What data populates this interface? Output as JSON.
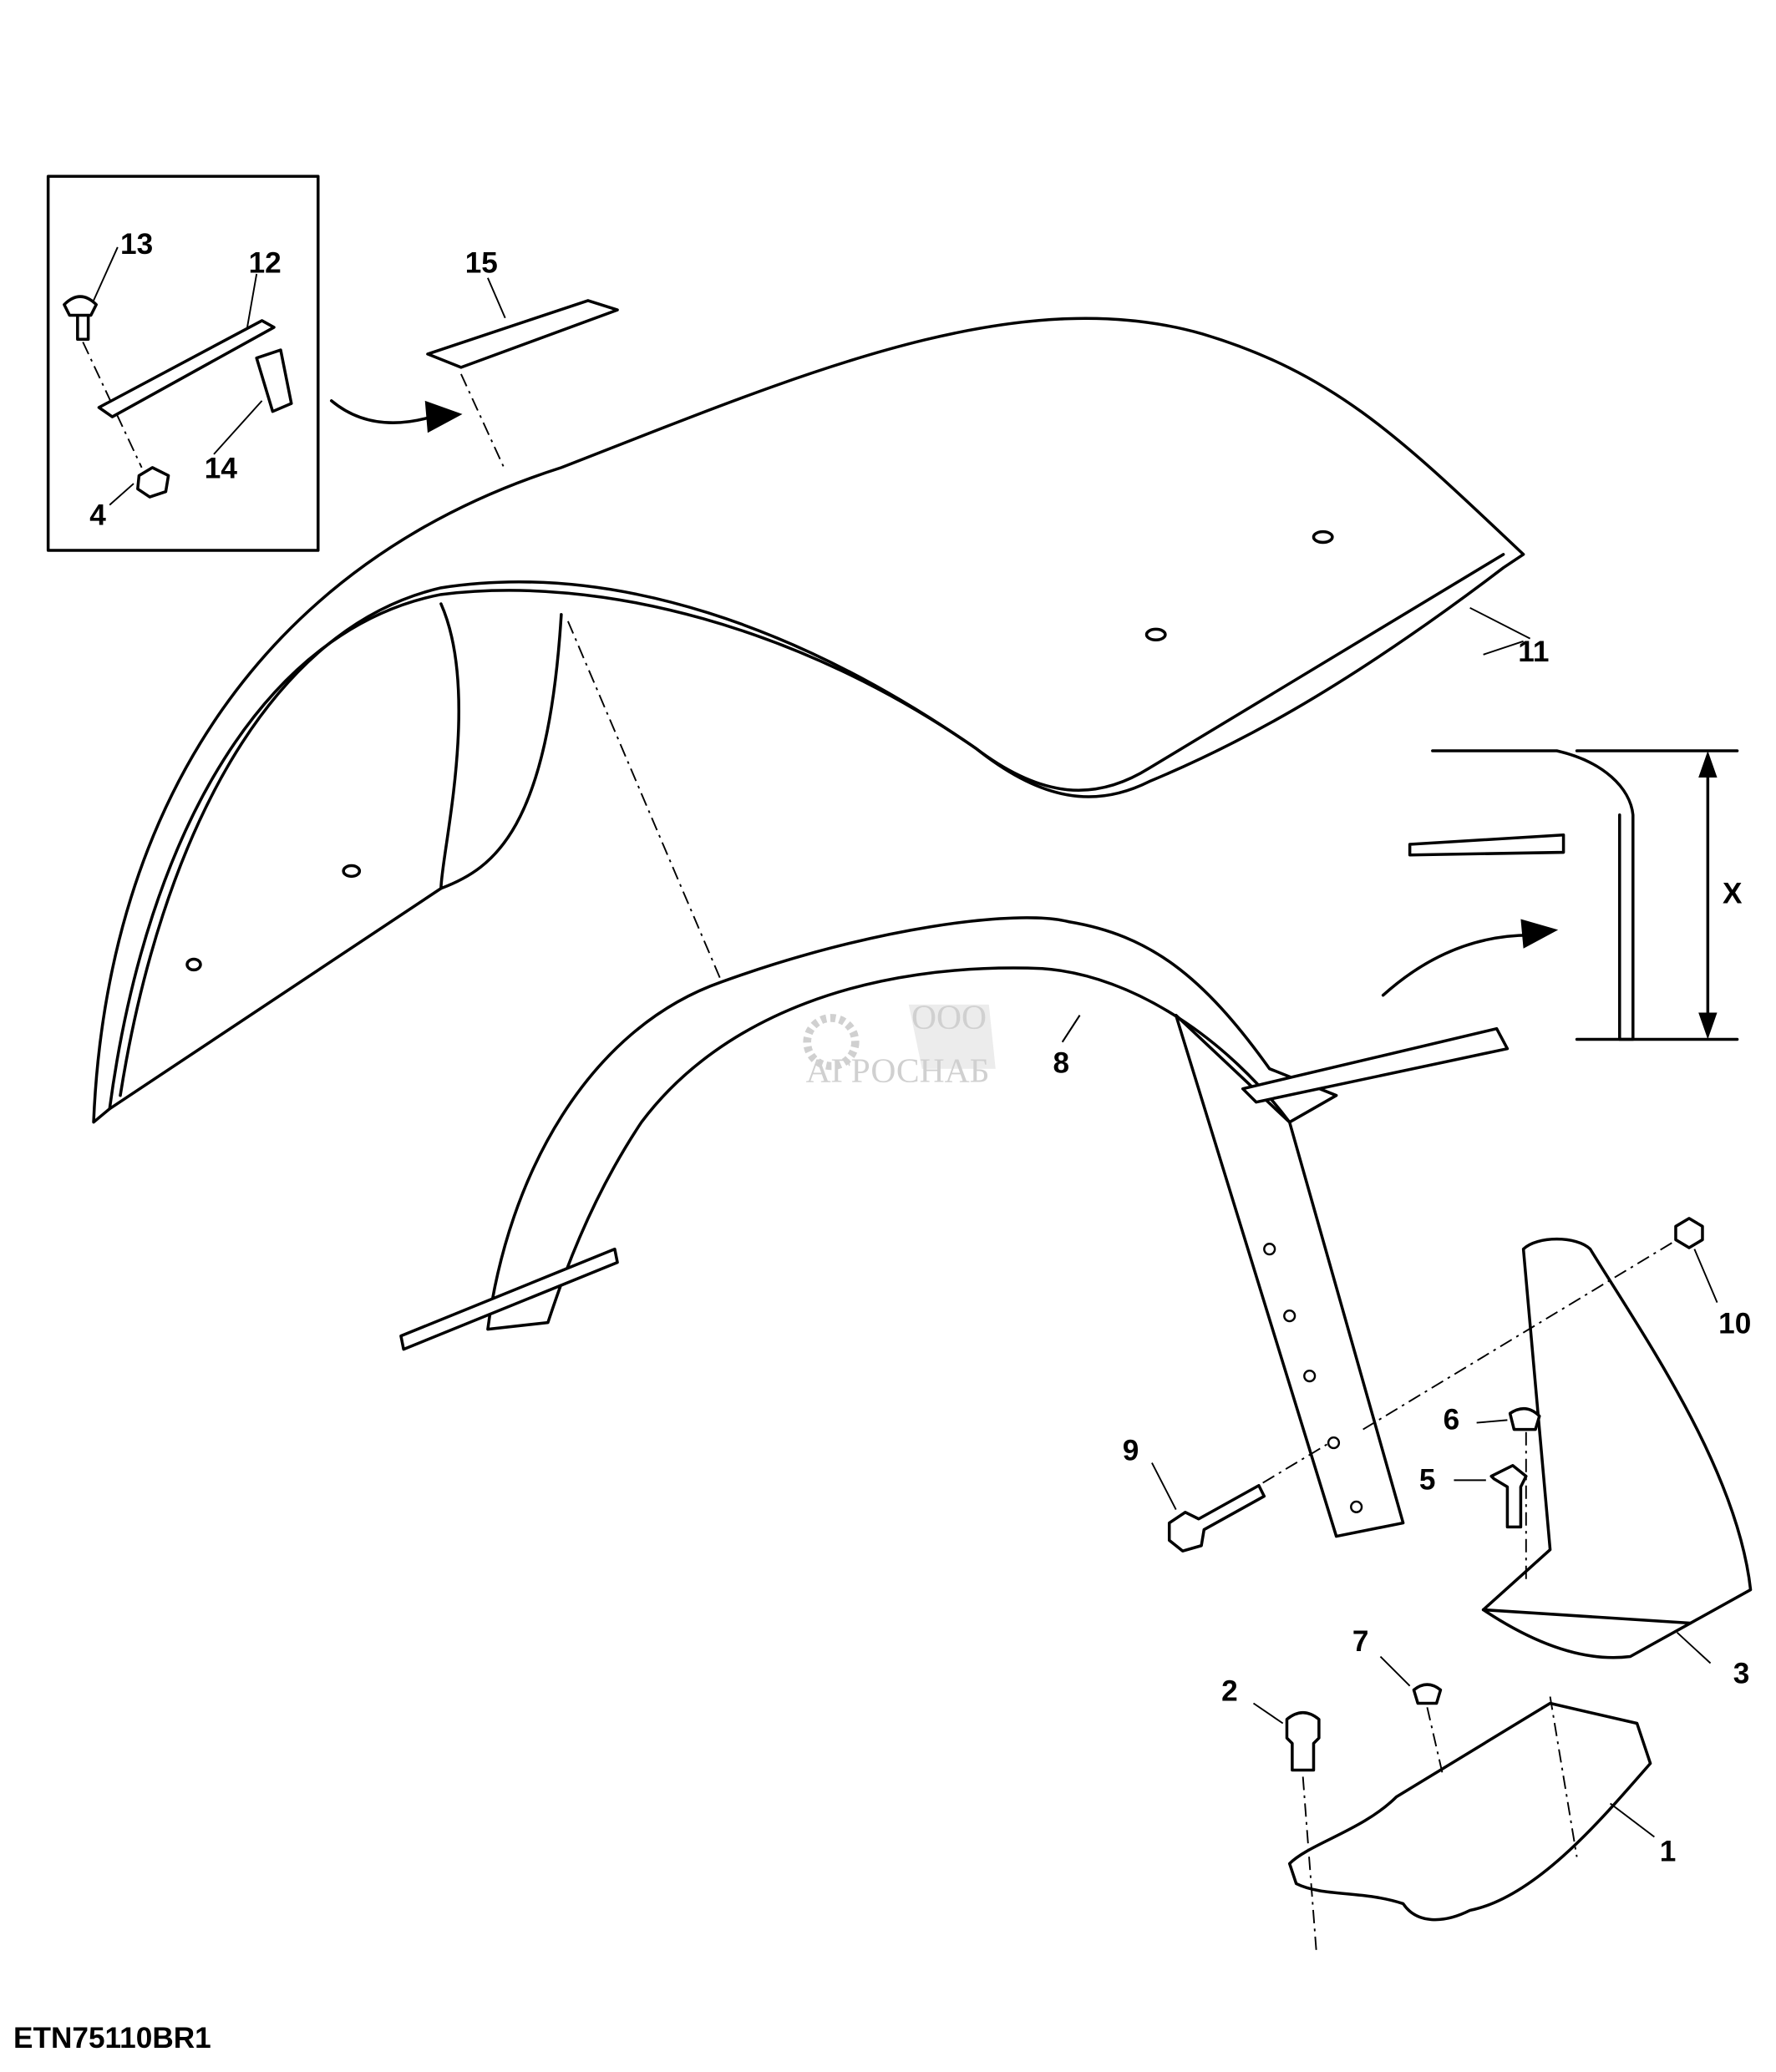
{
  "figure_id": "ETN75110BR1",
  "watermark": {
    "prefix": "ООО",
    "name": "АГРОСНАБ"
  },
  "dimension_label": "X",
  "callouts": [
    {
      "id": "1",
      "part": "1"
    },
    {
      "id": "2",
      "part": "2"
    },
    {
      "id": "3",
      "part": "3"
    },
    {
      "id": "4",
      "part": "4"
    },
    {
      "id": "5",
      "part": "5"
    },
    {
      "id": "6",
      "part": "6"
    },
    {
      "id": "7",
      "part": "7"
    },
    {
      "id": "8",
      "part": "8"
    },
    {
      "id": "9",
      "part": "9"
    },
    {
      "id": "10",
      "part": "10"
    },
    {
      "id": "11",
      "part": "11"
    },
    {
      "id": "12",
      "part": "12"
    },
    {
      "id": "13",
      "part": "13"
    },
    {
      "id": "14",
      "part": "14"
    },
    {
      "id": "15",
      "part": "15"
    }
  ]
}
